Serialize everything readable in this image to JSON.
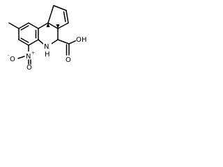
{
  "structure": {
    "atom_labels": {
      "nitro_nitrogen": "N",
      "nitro_oxygen_single": "O",
      "nitro_oxygen_double": "O",
      "amine_nitrogen": "N",
      "amine_hydrogen": "H",
      "acid_oxygen_double": "O",
      "hydroxyl_oxygen": "O",
      "hydroxyl_hydrogen": "H"
    },
    "charges": {
      "nitro_nitrogen_charge": "+",
      "nitro_oxygen_charge": "-"
    }
  }
}
